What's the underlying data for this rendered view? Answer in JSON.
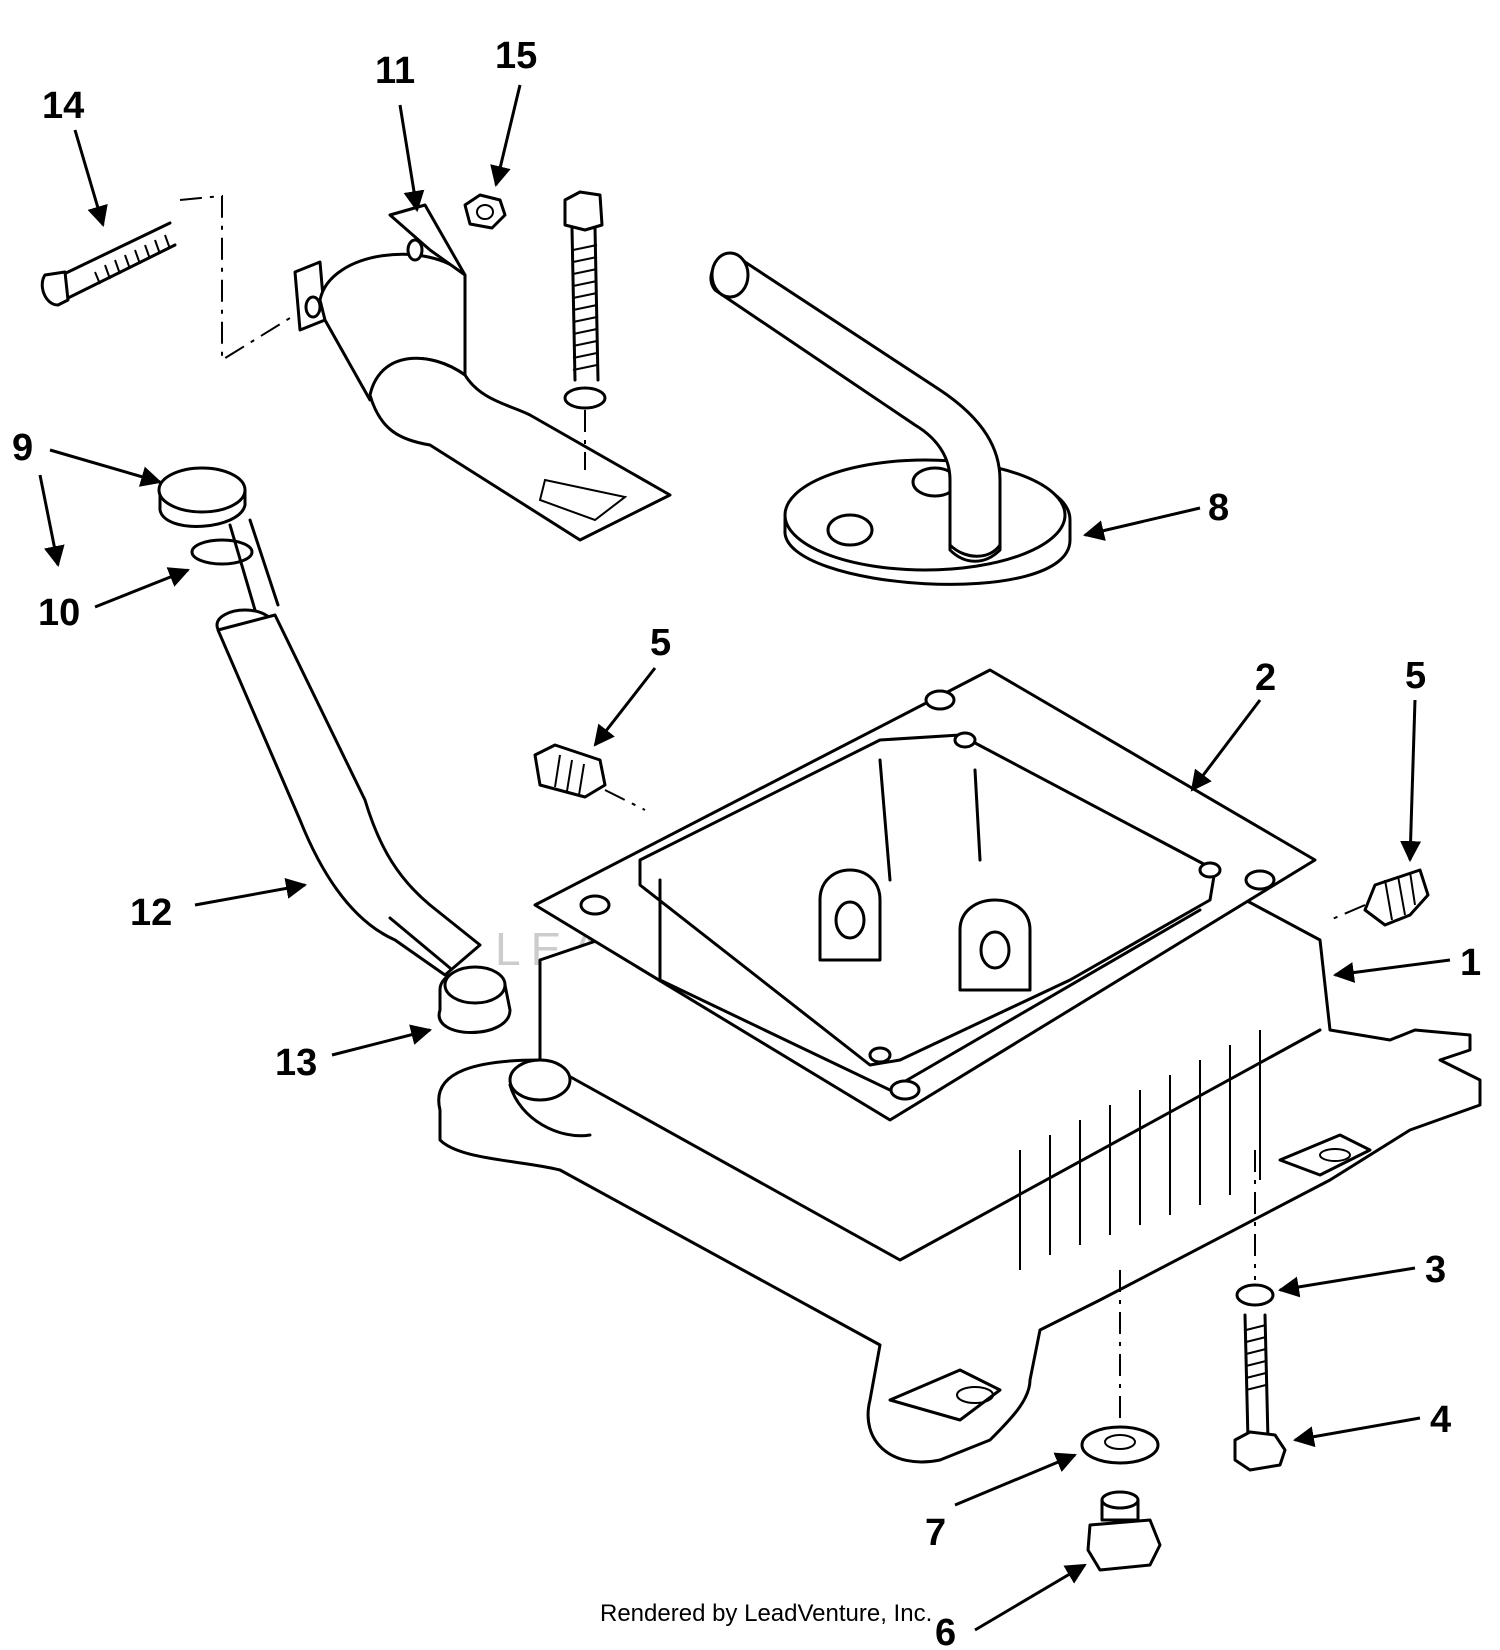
{
  "callouts": [
    {
      "id": "1",
      "text": "1"
    },
    {
      "id": "2",
      "text": "2"
    },
    {
      "id": "3",
      "text": "3"
    },
    {
      "id": "4",
      "text": "4"
    },
    {
      "id": "5a",
      "text": "5"
    },
    {
      "id": "5b",
      "text": "5"
    },
    {
      "id": "6",
      "text": "6"
    },
    {
      "id": "7",
      "text": "7"
    },
    {
      "id": "8",
      "text": "8"
    },
    {
      "id": "9",
      "text": "9"
    },
    {
      "id": "10",
      "text": "10"
    },
    {
      "id": "11",
      "text": "11"
    },
    {
      "id": "12",
      "text": "12"
    },
    {
      "id": "13",
      "text": "13"
    },
    {
      "id": "14",
      "text": "14"
    },
    {
      "id": "15",
      "text": "15"
    }
  ],
  "watermark": "LEADVENTURE",
  "footer": {
    "text": "Rendered by LeadVenture, Inc."
  }
}
